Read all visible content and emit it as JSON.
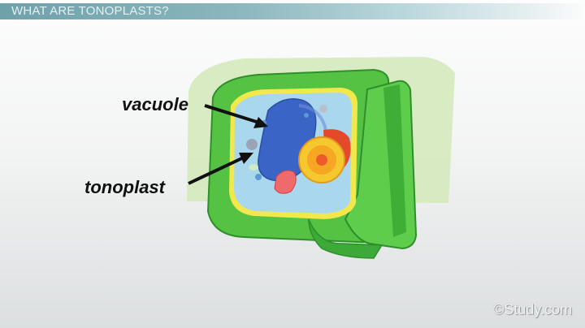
{
  "header": {
    "title": "WHAT ARE TONOPLASTS?",
    "bar_color_start": "#6fa1aa",
    "bar_color_end": "#fbfcfc"
  },
  "diagram": {
    "subject": "plant cell cross-section",
    "labels": [
      {
        "text": "vacuole",
        "target": "central vacuole"
      },
      {
        "text": "tonoplast",
        "target": "vacuole membrane"
      }
    ],
    "colors": {
      "cell_wall": "#4fbf3f",
      "cell_wall_dark": "#2e9a2a",
      "cytoplasm": "#a9d8ee",
      "vacuole": "#3a64c6",
      "nucleus": "#f5a623",
      "nucleolus": "#ef5a2a",
      "membrane": "#f2e84b"
    }
  },
  "watermark": {
    "text": "©Study.com"
  }
}
